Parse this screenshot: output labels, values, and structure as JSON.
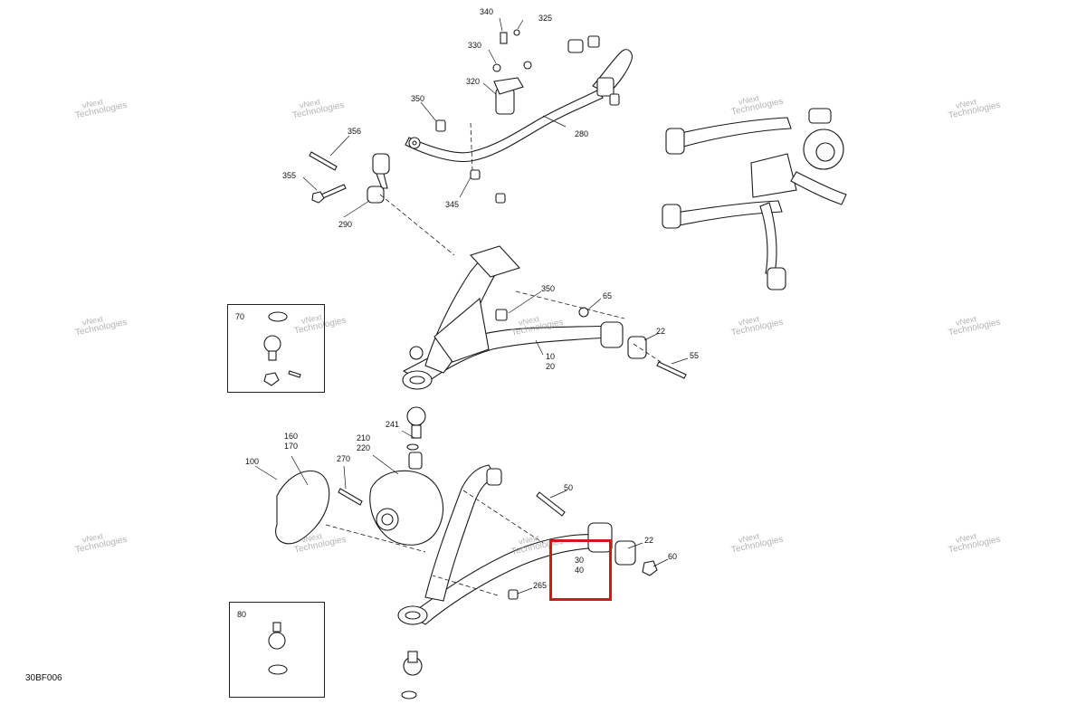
{
  "doc_code": "30BF006",
  "watermark": {
    "line1": "vNext",
    "line2": "Technologies"
  },
  "inset_labels": {
    "top": "70",
    "bottom": "80"
  },
  "callouts": {
    "c340": "340",
    "c325": "325",
    "c330": "330",
    "c320": "320",
    "c350a": "350",
    "c280": "280",
    "c356": "356",
    "c355": "355",
    "c345": "345",
    "c290": "290",
    "c350b": "350",
    "c65": "65",
    "c22a": "22",
    "c55": "55",
    "c10": "10",
    "c20": "20",
    "c241": "241",
    "c160": "160",
    "c170": "170",
    "c210": "210",
    "c220": "220",
    "c100": "100",
    "c270": "270",
    "c50": "50",
    "c22b": "22",
    "c60": "60",
    "c30": "30",
    "c40": "40",
    "c265": "265"
  },
  "highlight_color": "#d7141a"
}
